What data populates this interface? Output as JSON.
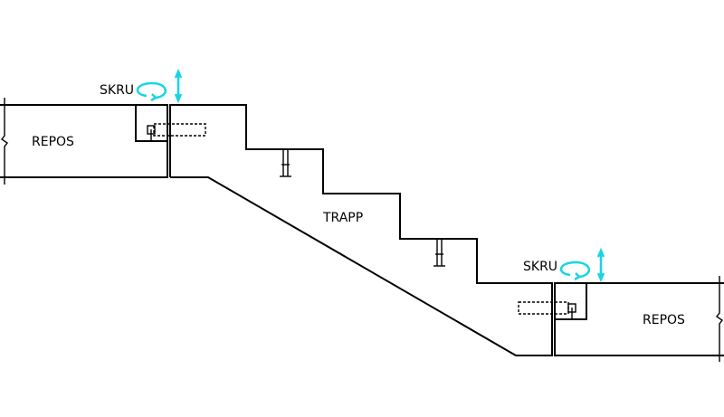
{
  "labels": {
    "landing_left": "REPOS",
    "landing_right": "REPOS",
    "stair": "TRAPP",
    "screw_top": "SKRU",
    "screw_bottom": "SKRU"
  },
  "colors": {
    "line": "#000000",
    "screw_symbol": "#18d4e6"
  }
}
